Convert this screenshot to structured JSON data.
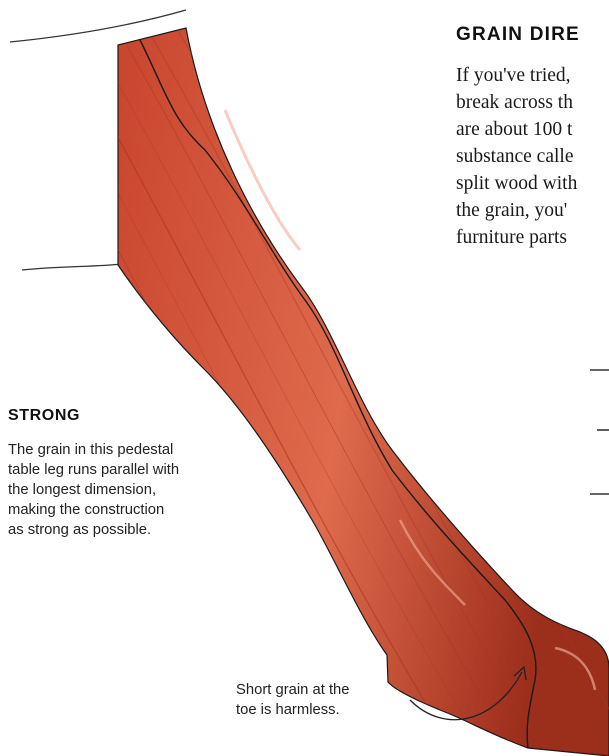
{
  "article": {
    "heading": "GRAIN DIRE",
    "body_lines": [
      "If you've tried,",
      "break across th",
      "are about 100 t",
      "substance calle",
      "split wood with",
      "the grain, you'",
      "furniture parts"
    ]
  },
  "callout": {
    "title": "STRONG",
    "lines": [
      "The grain in this pedestal",
      "table leg runs parallel with",
      "the longest dimension,",
      "making the construction",
      "as strong as possible."
    ]
  },
  "toe_note": {
    "lines": [
      "Short grain at the",
      "toe is harmless."
    ]
  },
  "illustration": {
    "subject": "pedestal table leg",
    "wood_color": "#c8452e",
    "wood_highlight": "#df6a4c",
    "wood_shadow": "#9c2e1c",
    "grain_color": "#a8341f",
    "line_color": "#1a1a1a"
  }
}
